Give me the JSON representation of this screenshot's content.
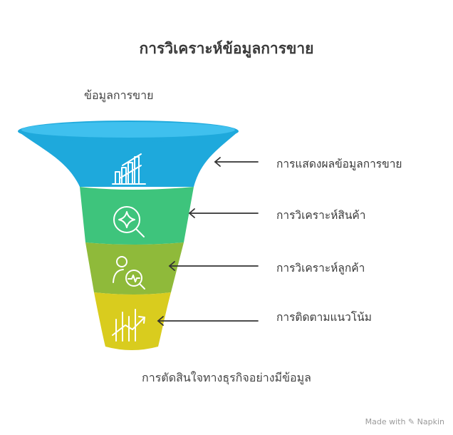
{
  "title": "การวิเคราะห์ข้อมูลการขาย",
  "input_label": "ข้อมูลการขาย",
  "output_label": "การตัดสินใจทางธุรกิจอย่างมีข้อมูล",
  "stages": [
    {
      "label": "การแสดงผลข้อมูลการขาย",
      "icon": "bar-chart-icon",
      "color": "#1ea9dc"
    },
    {
      "label": "การวิเคราะห์สินค้า",
      "icon": "magnifier-sparkle-icon",
      "color": "#3ec47c"
    },
    {
      "label": "การวิเคราะห์ลูกค้า",
      "icon": "user-analysis-icon",
      "color": "#8fba3a"
    },
    {
      "label": "การติดตามแนวโน้ม",
      "icon": "trend-arrow-icon",
      "color": "#d9cc1e"
    }
  ],
  "colors": {
    "rim": "#1ea9dc",
    "rim_top": "#3fc0ee",
    "arrow": "#333333"
  },
  "watermark": "Made with  ✎ Napkin"
}
